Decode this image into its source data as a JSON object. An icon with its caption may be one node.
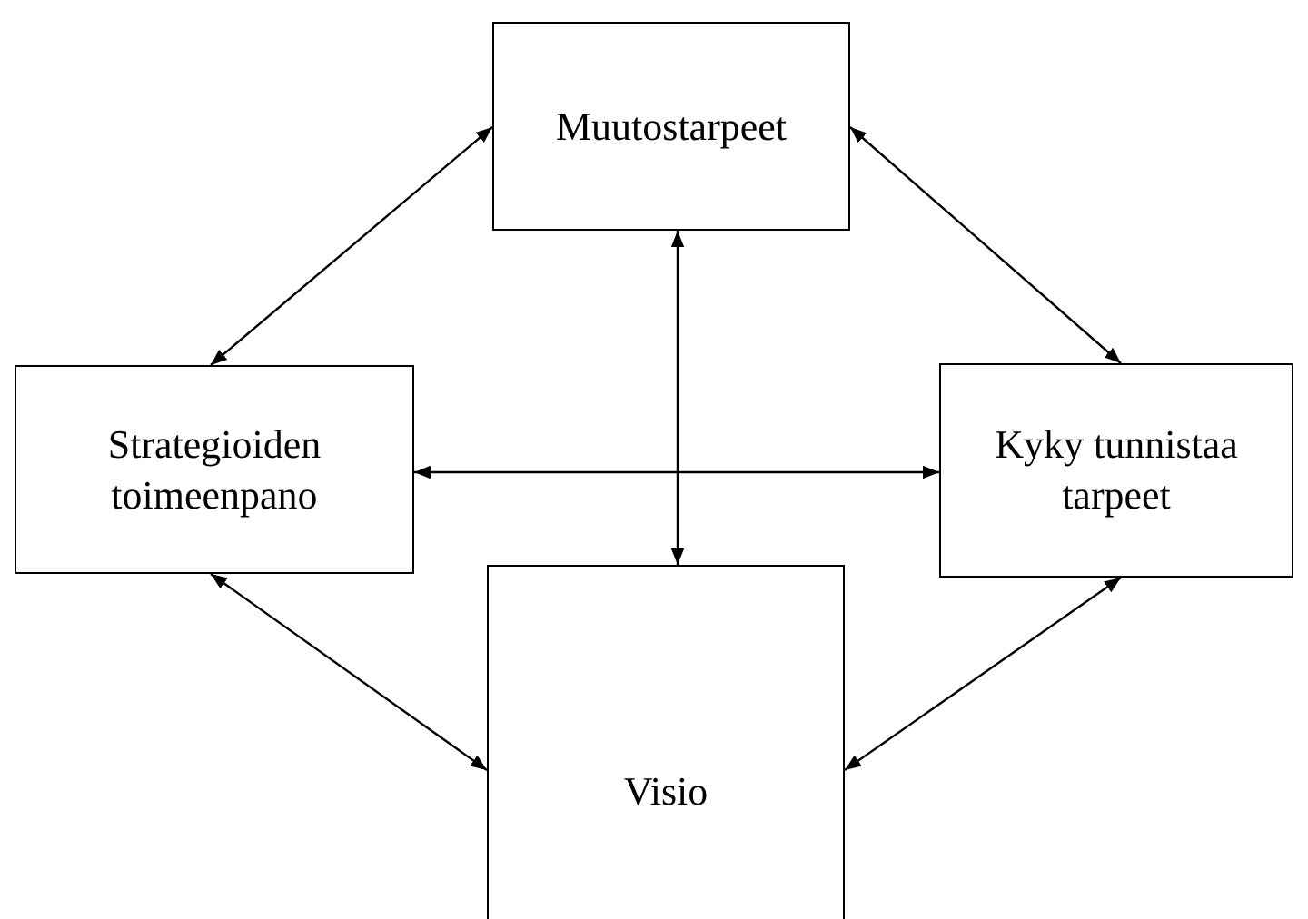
{
  "diagram": {
    "nodes": [
      {
        "text": [
          "Muutostarpeet"
        ]
      },
      {
        "text": [
          "Strategioiden toimeenpano"
        ]
      },
      {
        "text": [
          "Kyky tunnistaa tarpeet"
        ]
      },
      {
        "text": [
          "Visio"
        ]
      }
    ],
    "edges": [
      {
        "from": 0,
        "to": 1,
        "arrow": "both"
      },
      {
        "from": 0,
        "to": 2,
        "arrow": "both"
      },
      {
        "from": 0,
        "to": 3,
        "arrow": "both"
      },
      {
        "from": 1,
        "to": 2,
        "arrow": "both"
      },
      {
        "from": 1,
        "to": 3,
        "arrow": "both"
      },
      {
        "from": 2,
        "to": 3,
        "arrow": "both"
      }
    ]
  }
}
